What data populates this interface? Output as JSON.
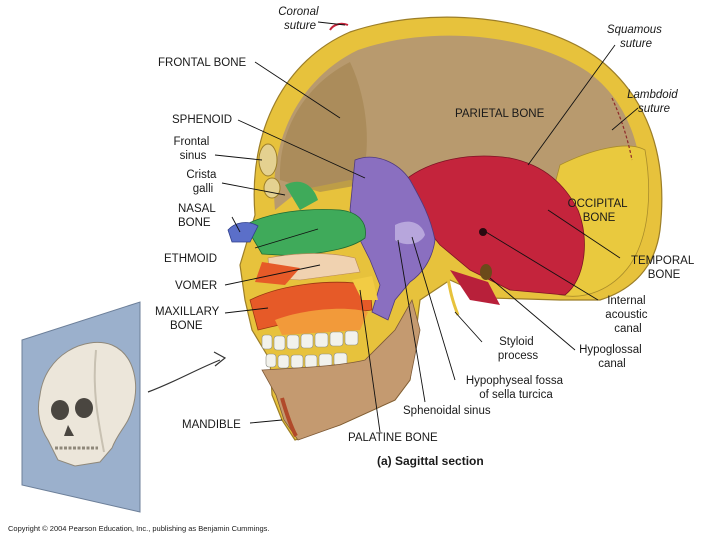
{
  "labels": {
    "coronal_suture": [
      "Coronal",
      "suture"
    ],
    "squamous_suture": [
      "Squamous",
      "suture"
    ],
    "lambdoid_suture": [
      "Lambdoid",
      "suture"
    ],
    "frontal_bone": "FRONTAL BONE",
    "parietal_bone": "PARIETAL BONE",
    "sphenoid": "SPHENOID",
    "frontal_sinus": [
      "Frontal",
      "sinus"
    ],
    "crista_galli": [
      "Crista",
      "galli"
    ],
    "nasal_bone": [
      "NASAL",
      "BONE"
    ],
    "occipital_bone": [
      "OCCIPITAL",
      "BONE"
    ],
    "ethmoid": "ETHMOID",
    "temporal_bone": [
      "TEMPORAL",
      "BONE"
    ],
    "vomer": "VOMER",
    "maxillary_bone": [
      "MAXILLARY",
      "BONE"
    ],
    "internal_acoustic_canal": [
      "Internal",
      "acoustic",
      "canal"
    ],
    "styloid_process": [
      "Styloid",
      "process"
    ],
    "hypoglossal_canal": [
      "Hypoglossal",
      "canal"
    ],
    "hypophyseal_fossa": [
      "Hypophyseal fossa",
      "of sella turcica"
    ],
    "mandible": "MANDIBLE",
    "sphenoidal_sinus": "Sphenoidal sinus",
    "palatine_bone": "PALATINE BONE"
  },
  "caption": "(a) Sagittal section",
  "copyright": "Copyright © 2004 Pearson Education, Inc., publishing as Benjamin Cummings.",
  "colors": {
    "cranial_interior": "#b89a6e",
    "skull_outline": "#e7c23c",
    "sphenoid": "#8a6fc0",
    "ethmoid": "#3faa5a",
    "temporal": "#c4243c",
    "occipital": "#e9c93e",
    "nasal": "#5b6fc9",
    "maxilla": "#e65a28",
    "mandible": "#c49a70"
  }
}
